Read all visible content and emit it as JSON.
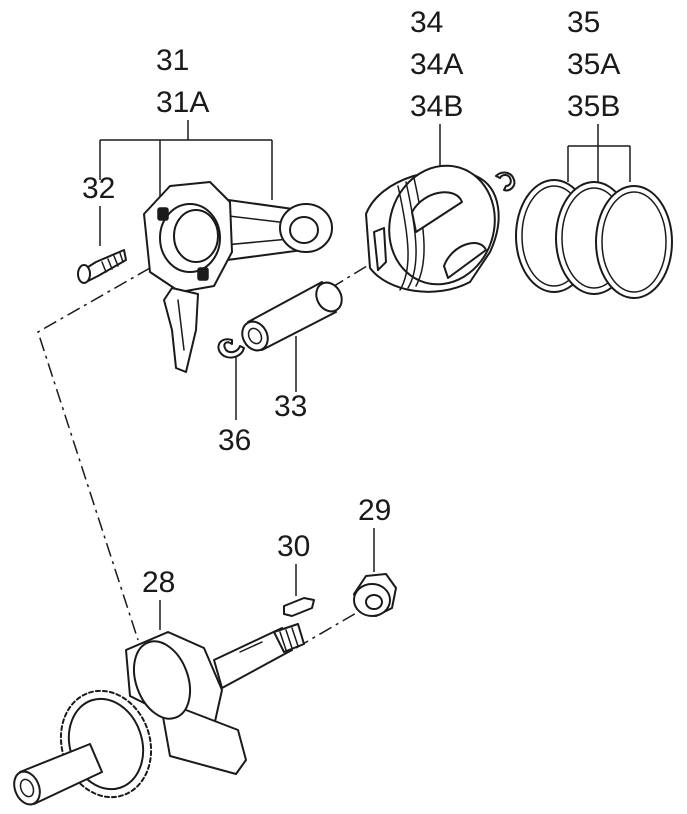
{
  "labels": {
    "l31": "31",
    "l31A": "31A",
    "l32": "32",
    "l33": "33",
    "l34": "34",
    "l34A": "34A",
    "l34B": "34B",
    "l35": "35",
    "l35A": "35A",
    "l35B": "35B",
    "l36": "36",
    "l28": "28",
    "l29": "29",
    "l30": "30"
  }
}
